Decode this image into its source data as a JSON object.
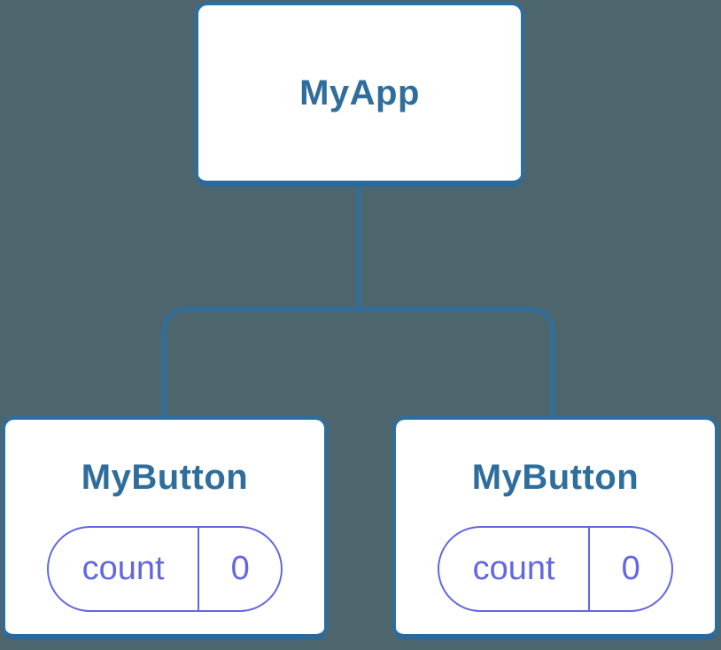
{
  "diagram_title": "React component tree: MyApp with two MyButton children",
  "colors": {
    "background": "#4d666e",
    "node_fill": "#ffffff",
    "node_border": "#2e6e9e",
    "node_title": "#2e6d9c",
    "connector": "#2e6e9e",
    "state_accent": "#6366e1"
  },
  "tree": {
    "root": {
      "label": "MyApp"
    },
    "children": [
      {
        "label": "MyButton",
        "state": {
          "name": "count",
          "value": "0"
        }
      },
      {
        "label": "MyButton",
        "state": {
          "name": "count",
          "value": "0"
        }
      }
    ]
  }
}
